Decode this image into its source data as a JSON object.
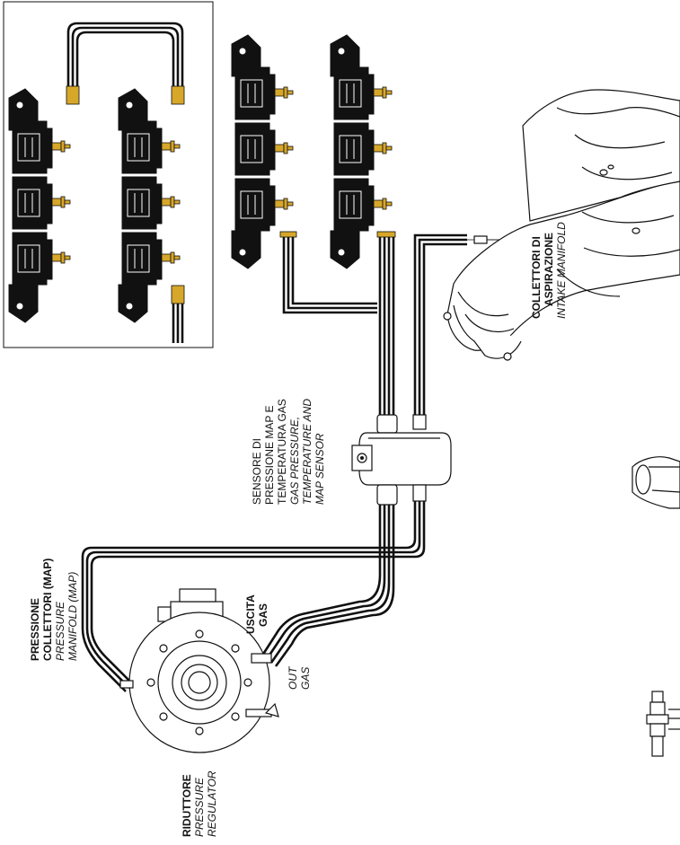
{
  "labels": {
    "intake": {
      "it_line1": "COLLETTORI DI",
      "it_line2": "ASPIRAZIONE",
      "en": "INTAKE MANIFOLD"
    },
    "sensor": {
      "it_line1": "SENSORE DI",
      "it_line2": "PRESSIONE MAP E",
      "it_line3": "TEMPERATURA GAS",
      "en_line1": "GAS PRESSURE,",
      "en_line2": "TEMPERATURE AND",
      "en_line3": "MAP SENSOR"
    },
    "map": {
      "it_line1": "PRESSIONE",
      "it_line2": "COLLETTORI (MAP)",
      "en_line1": "PRESSURE",
      "en_line2": "MANIFOLD (MAP)"
    },
    "gas_out": {
      "it_line1": "USCITA",
      "it_line2": "GAS",
      "en_line1": "OUT",
      "en_line2": "GAS"
    },
    "regulator": {
      "it": "RIDUTTORE",
      "en_line1": "PRESSURE",
      "en_line2": "REGULATOR"
    }
  }
}
